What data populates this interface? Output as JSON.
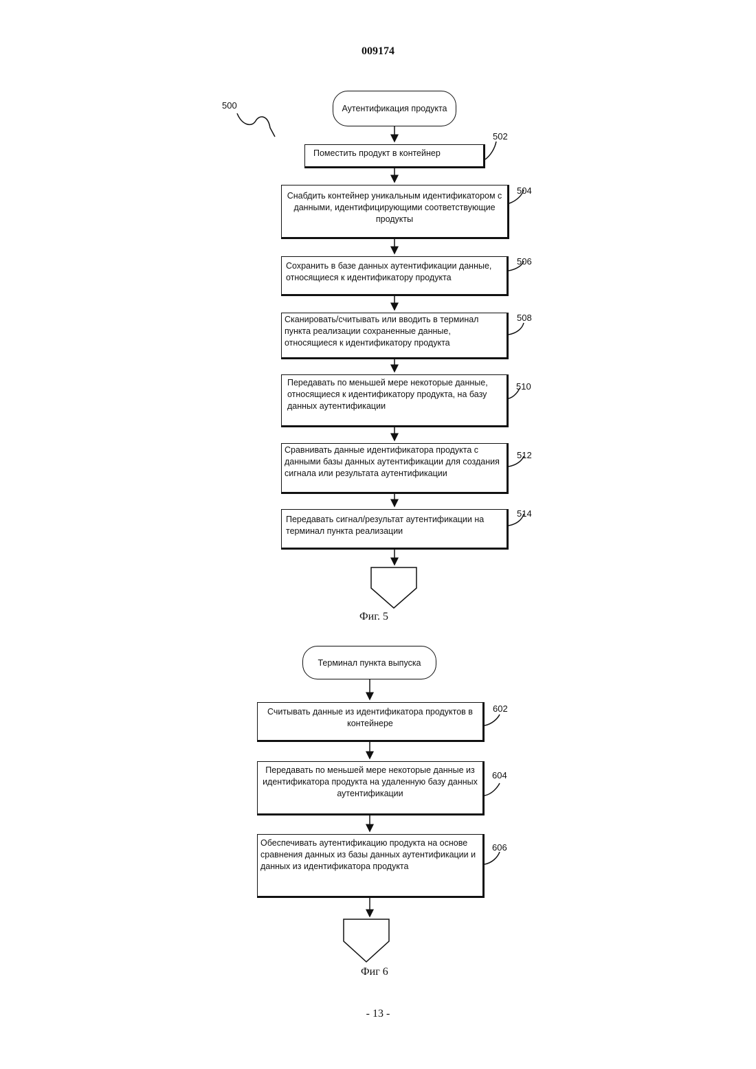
{
  "header": {
    "patent_number": "009174"
  },
  "footer": {
    "page_number": "- 13 -"
  },
  "fig5": {
    "ref": "500",
    "start": "Аутентификация продукта",
    "steps": [
      {
        "num": "502",
        "text": "Поместить продукт в контейнер"
      },
      {
        "num": "504",
        "text": "Снабдить контейнер уникальным идентификатором с данными, идентифицирующими соответствующие продукты"
      },
      {
        "num": "506",
        "text": "Сохранить в базе данных аутентификации данные, относящиеся к идентификатору продукта"
      },
      {
        "num": "508",
        "text": "Сканировать/считывать или вводить в терминал пункта реализации сохраненные данные, относящиеся к идентификатору продукта"
      },
      {
        "num": "510",
        "text": "Передавать по меньшей мере некоторые данные, относящиеся к идентификатору продукта, на базу данных аутентификации"
      },
      {
        "num": "512",
        "text": "Сравнивать данные идентификатора продукта с данными базы данных аутентификации для создания сигнала или результата аутентификации"
      },
      {
        "num": "514",
        "text": "Передавать сигнал/результат аутентификации на терминал пункта реализации"
      }
    ],
    "caption": "Фиг. 5"
  },
  "fig6": {
    "start": "Терминал пункта выпуска",
    "steps": [
      {
        "num": "602",
        "text": "Считывать данные из идентификатора продуктов в контейнере"
      },
      {
        "num": "604",
        "text": "Передавать по меньшей мере некоторые данные из идентификатора продукта на удаленную базу данных аутентификации"
      },
      {
        "num": "606",
        "text": "Обеспечивать аутентификацию продукта на основе сравнения данных из базы данных аутентификации и данных из идентификатора продукта"
      }
    ],
    "caption": "Фиг 6"
  }
}
